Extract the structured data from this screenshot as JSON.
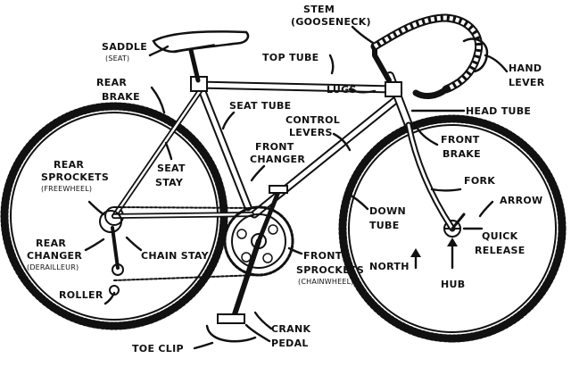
{
  "labels": {
    "stem": "STEM",
    "stem_sub": "(GOOSENECK)",
    "saddle": "SADDLE",
    "saddle_sub": "(SEAT)",
    "top_tube": "TOP TUBE",
    "hand_lever_1": "HAND",
    "hand_lever_2": "LEVER",
    "rear_brake_1": "REAR",
    "rear_brake_2": "BRAKE",
    "seat_tube": "SEAT TUBE",
    "lugs": "LUGS",
    "head_tube": "HEAD TUBE",
    "control_levers_1": "CONTROL",
    "control_levers_2": "LEVERS",
    "rear_sprockets_1": "REAR",
    "rear_sprockets_2": "SPROCKETS",
    "rear_sprockets_sub": "(FREEWHEEL)",
    "seat_stay_1": "SEAT",
    "seat_stay_2": "STAY",
    "front_changer_1": "FRONT",
    "front_changer_2": "CHANGER",
    "front_brake_1": "FRONT",
    "front_brake_2": "BRAKE",
    "fork": "FORK",
    "arrow": "ARROW",
    "down_tube_1": "DOWN",
    "down_tube_2": "TUBE",
    "rear_changer_1": "REAR",
    "rear_changer_2": "CHANGER",
    "rear_changer_sub": "(DERAILLEUR)",
    "chain_stay": "CHAIN STAY",
    "quick_release_1": "QUICK",
    "quick_release_2": "RELEASE",
    "north": "NORTH",
    "roller": "ROLLER",
    "front_sprockets_1": "FRONT",
    "front_sprockets_2": "SPROCKETS",
    "front_sprockets_sub": "(CHAINWHEEL)",
    "hub": "HUB",
    "crank": "CRANK",
    "pedal": "PEDAL",
    "toe_clip": "TOE CLIP"
  }
}
